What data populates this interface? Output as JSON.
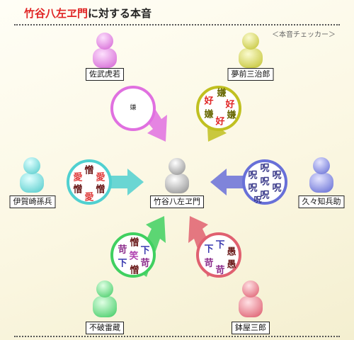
{
  "header": {
    "name": "竹谷八左ヱ門",
    "suffix": "に対する本音"
  },
  "subtitle": "＜本音チェッカー＞",
  "center": {
    "label": "竹谷八左ヱ門"
  },
  "people": {
    "sabu": {
      "label": "佐武虎若",
      "color": "#e070e0",
      "badge": "嫌"
    },
    "yume": {
      "label": "夢前三治郎",
      "color": "#c0c020",
      "words": [
        "嫌",
        "好",
        "好",
        "嫌",
        "嫌",
        "好"
      ]
    },
    "iga": {
      "label": "伊賀崎孫兵",
      "color": "#50d0d0",
      "words": [
        "憎",
        "愛",
        "愛",
        "憎",
        "憎",
        "愛"
      ]
    },
    "kuku": {
      "label": "久々知兵助",
      "color": "#6870d8",
      "words": [
        "呪",
        "呪",
        "呪",
        "呪",
        "呪",
        "呪",
        "呪",
        "呪"
      ]
    },
    "fuwa": {
      "label": "不破雷蔵",
      "color": "#40d060",
      "words": [
        "憎",
        "苛",
        "下",
        "笑",
        "下",
        "苛",
        "憎"
      ]
    },
    "hachi": {
      "label": "鉢屋三郎",
      "color": "#e06070",
      "words": [
        "下",
        "下",
        "愚",
        "愚",
        "苛",
        "苛"
      ]
    }
  }
}
